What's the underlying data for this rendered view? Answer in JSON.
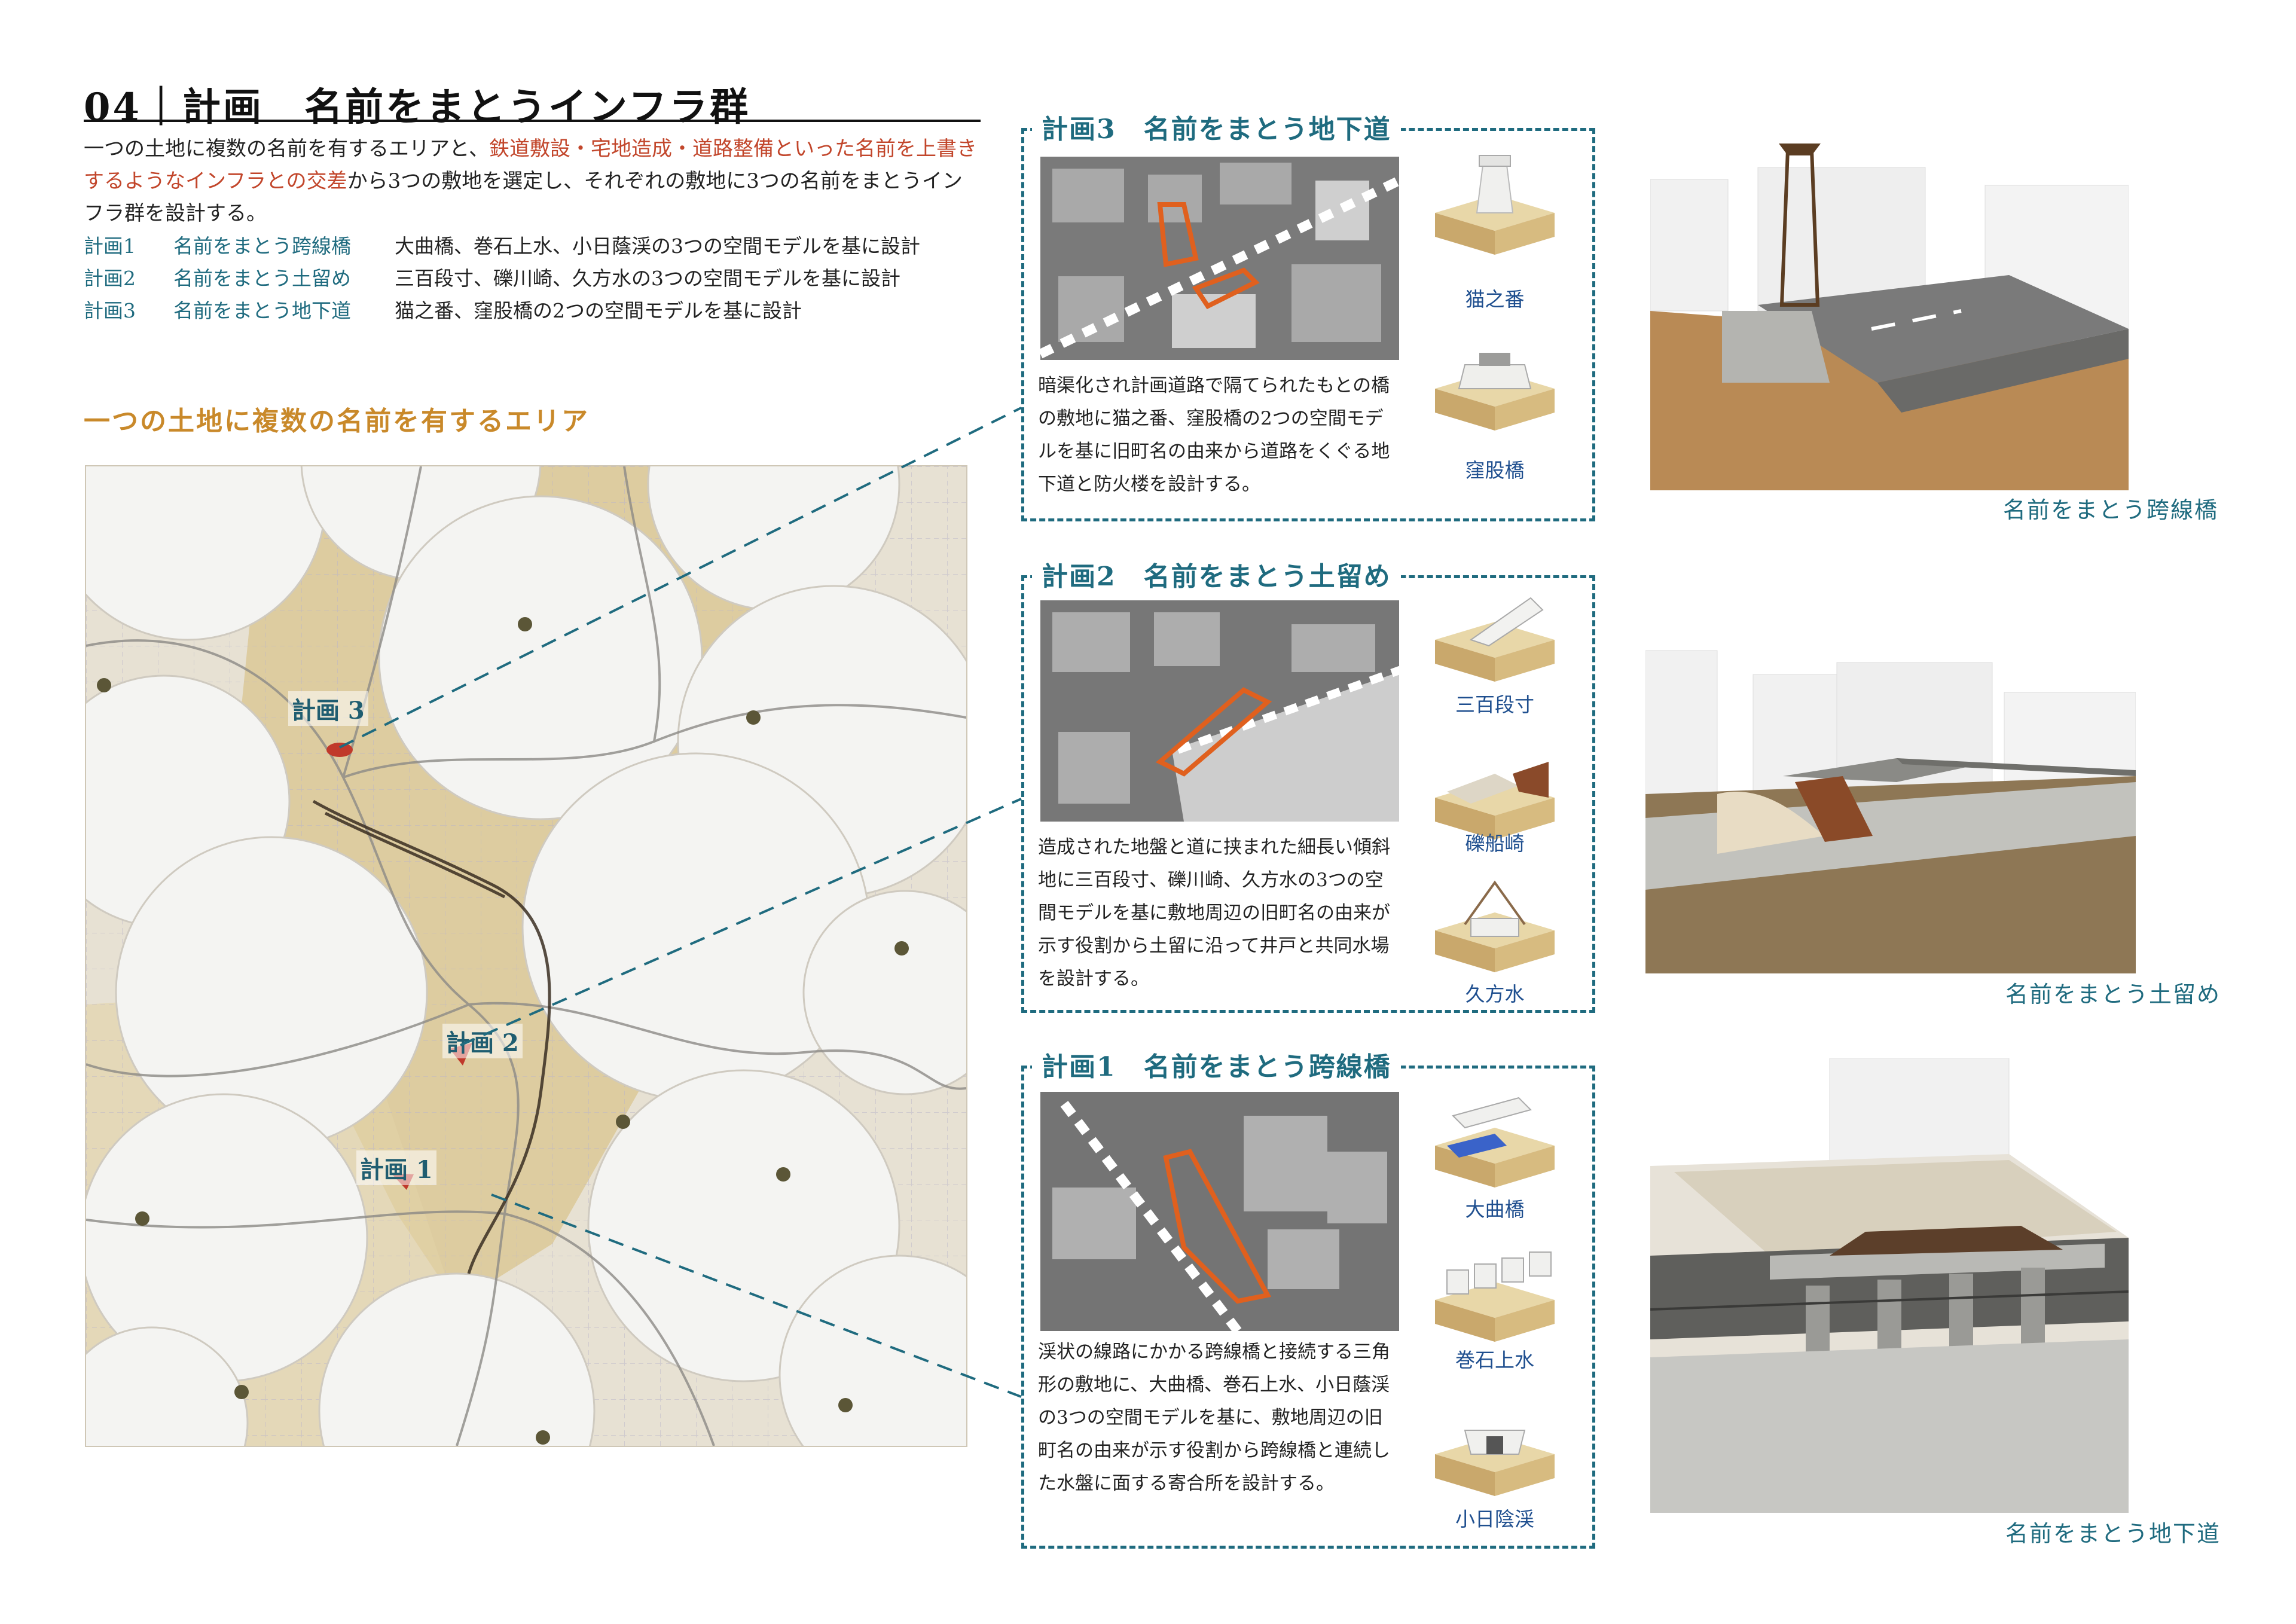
{
  "header": {
    "title": "04｜計画　名前をまとうインフラ群",
    "intro_a": "一つの土地に複数の名前を有するエリアと、",
    "intro_red": "鉄道敷設・宅地造成・道路整備といった名前を上書きするようなインフラとの交差",
    "intro_b": "から3つの敷地を選定し、それぞれの敷地に3つの名前をまとうインフラ群を設計する。"
  },
  "plan_list": [
    {
      "id": "計画1",
      "name": "名前をまとう跨線橋",
      "desc": "大曲橋、巻石上水、小日蔭渓の3つの空間モデルを基に設計"
    },
    {
      "id": "計画2",
      "name": "名前をまとう土留め",
      "desc": "三百段寸、礫川崎、久方水の3つの空間モデルを基に設計"
    },
    {
      "id": "計画3",
      "name": "名前をまとう地下道",
      "desc": "猫之番、窪股橋の2つの空間モデルを基に設計"
    }
  ],
  "area_title": "一つの土地に複数の名前を有するエリア",
  "map": {
    "labels": {
      "p3": "計画 3",
      "p2": "計画 2",
      "p1": "計画 1"
    },
    "colors": {
      "tint": "#d8c28f",
      "lines": "#9a9a9a",
      "circles": "#f4f4f2",
      "dots": "#5b5637",
      "red": "#c0392b"
    }
  },
  "panels": {
    "p3": {
      "title": "計画3　名前をまとう地下道",
      "text": "暗渠化され計画道路で隔てられたもとの橋の敷地に猫之番、窪股橋の2つの空間モデルを基に旧町名の由来から道路をくぐる地下道と防火楼を設計する。",
      "models": [
        "猫之番",
        "窪股橋"
      ]
    },
    "p2": {
      "title": "計画2　名前をまとう土留め",
      "text": "造成された地盤と道に挟まれた細長い傾斜地に三百段寸、礫川崎、久方水の3つの空間モデルを基に敷地周辺の旧町名の由来が示す役割から土留に沿って井戸と共同水場を設計する。",
      "models": [
        "三百段寸",
        "礫船崎",
        "久方水"
      ]
    },
    "p1": {
      "title": "計画1　名前をまとう跨線橋",
      "text": "渓状の線路にかかる跨線橋と接続する三角形の敷地に、大曲橋、巻石上水、小日蔭渓の3つの空間モデルを基に、敷地周辺の旧町名の由来が示す役割から跨線橋と連続した水盤に面する寄合所を設計する。",
      "models": [
        "大曲橋",
        "巻石上水",
        "小日陰渓"
      ]
    }
  },
  "renders": {
    "top": "名前をまとう跨線橋",
    "middle": "名前をまとう土留め",
    "bottom": "名前をまとう地下道"
  },
  "palette": {
    "teal": "#1f6b7f",
    "red": "#c2462b",
    "gold": "#c9892a",
    "sand": "#d9c08a"
  }
}
